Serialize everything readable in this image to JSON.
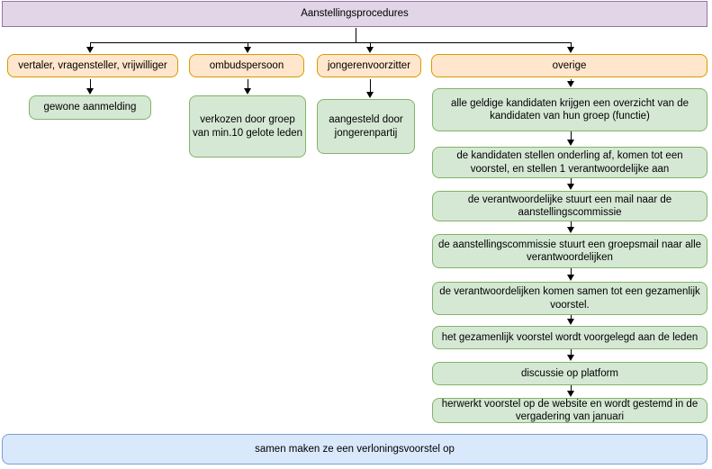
{
  "colors": {
    "purple_fill": "#e1d5e7",
    "purple_border": "#9673a6",
    "orange_fill": "#ffe6cc",
    "orange_border": "#d79b00",
    "green_fill": "#d5e8d4",
    "green_border": "#82b366",
    "blue_fill": "#dae8fc",
    "blue_border": "#7a9fd4",
    "connector": "#000000"
  },
  "flow": {
    "root": "Aanstellingsprocedures",
    "branches": [
      {
        "label": "vertaler, vragensteller, vrijwilliger",
        "child": "gewone aanmelding"
      },
      {
        "label": "ombudspersoon",
        "child": "verkozen door groep van min.10 gelote leden"
      },
      {
        "label": "jongerenvoorzitter",
        "child": "aangesteld door jongerenpartij"
      },
      {
        "label": "overige"
      }
    ],
    "overige_steps": [
      "alle geldige kandidaten krijgen een overzicht van de kandidaten van hun groep (functie)",
      "de kandidaten stellen onderling af, komen tot een voorstel, en stellen 1 verantwoordelijke aan",
      "de verantwoordelijke stuurt een mail naar de aanstellingscommissie",
      "de aanstellingscommissie stuurt een groepsmail naar alle verantwoordelijken",
      "de verantwoordelijken komen samen tot een gezamenlijk voorstel.",
      "het gezamenlijk voorstel wordt voorgelegd aan de leden",
      "discussie op platform",
      "herwerkt voorstel op de website en wordt gestemd in de vergadering van januari"
    ],
    "footer": "samen maken ze een verloningsvoorstel op"
  }
}
